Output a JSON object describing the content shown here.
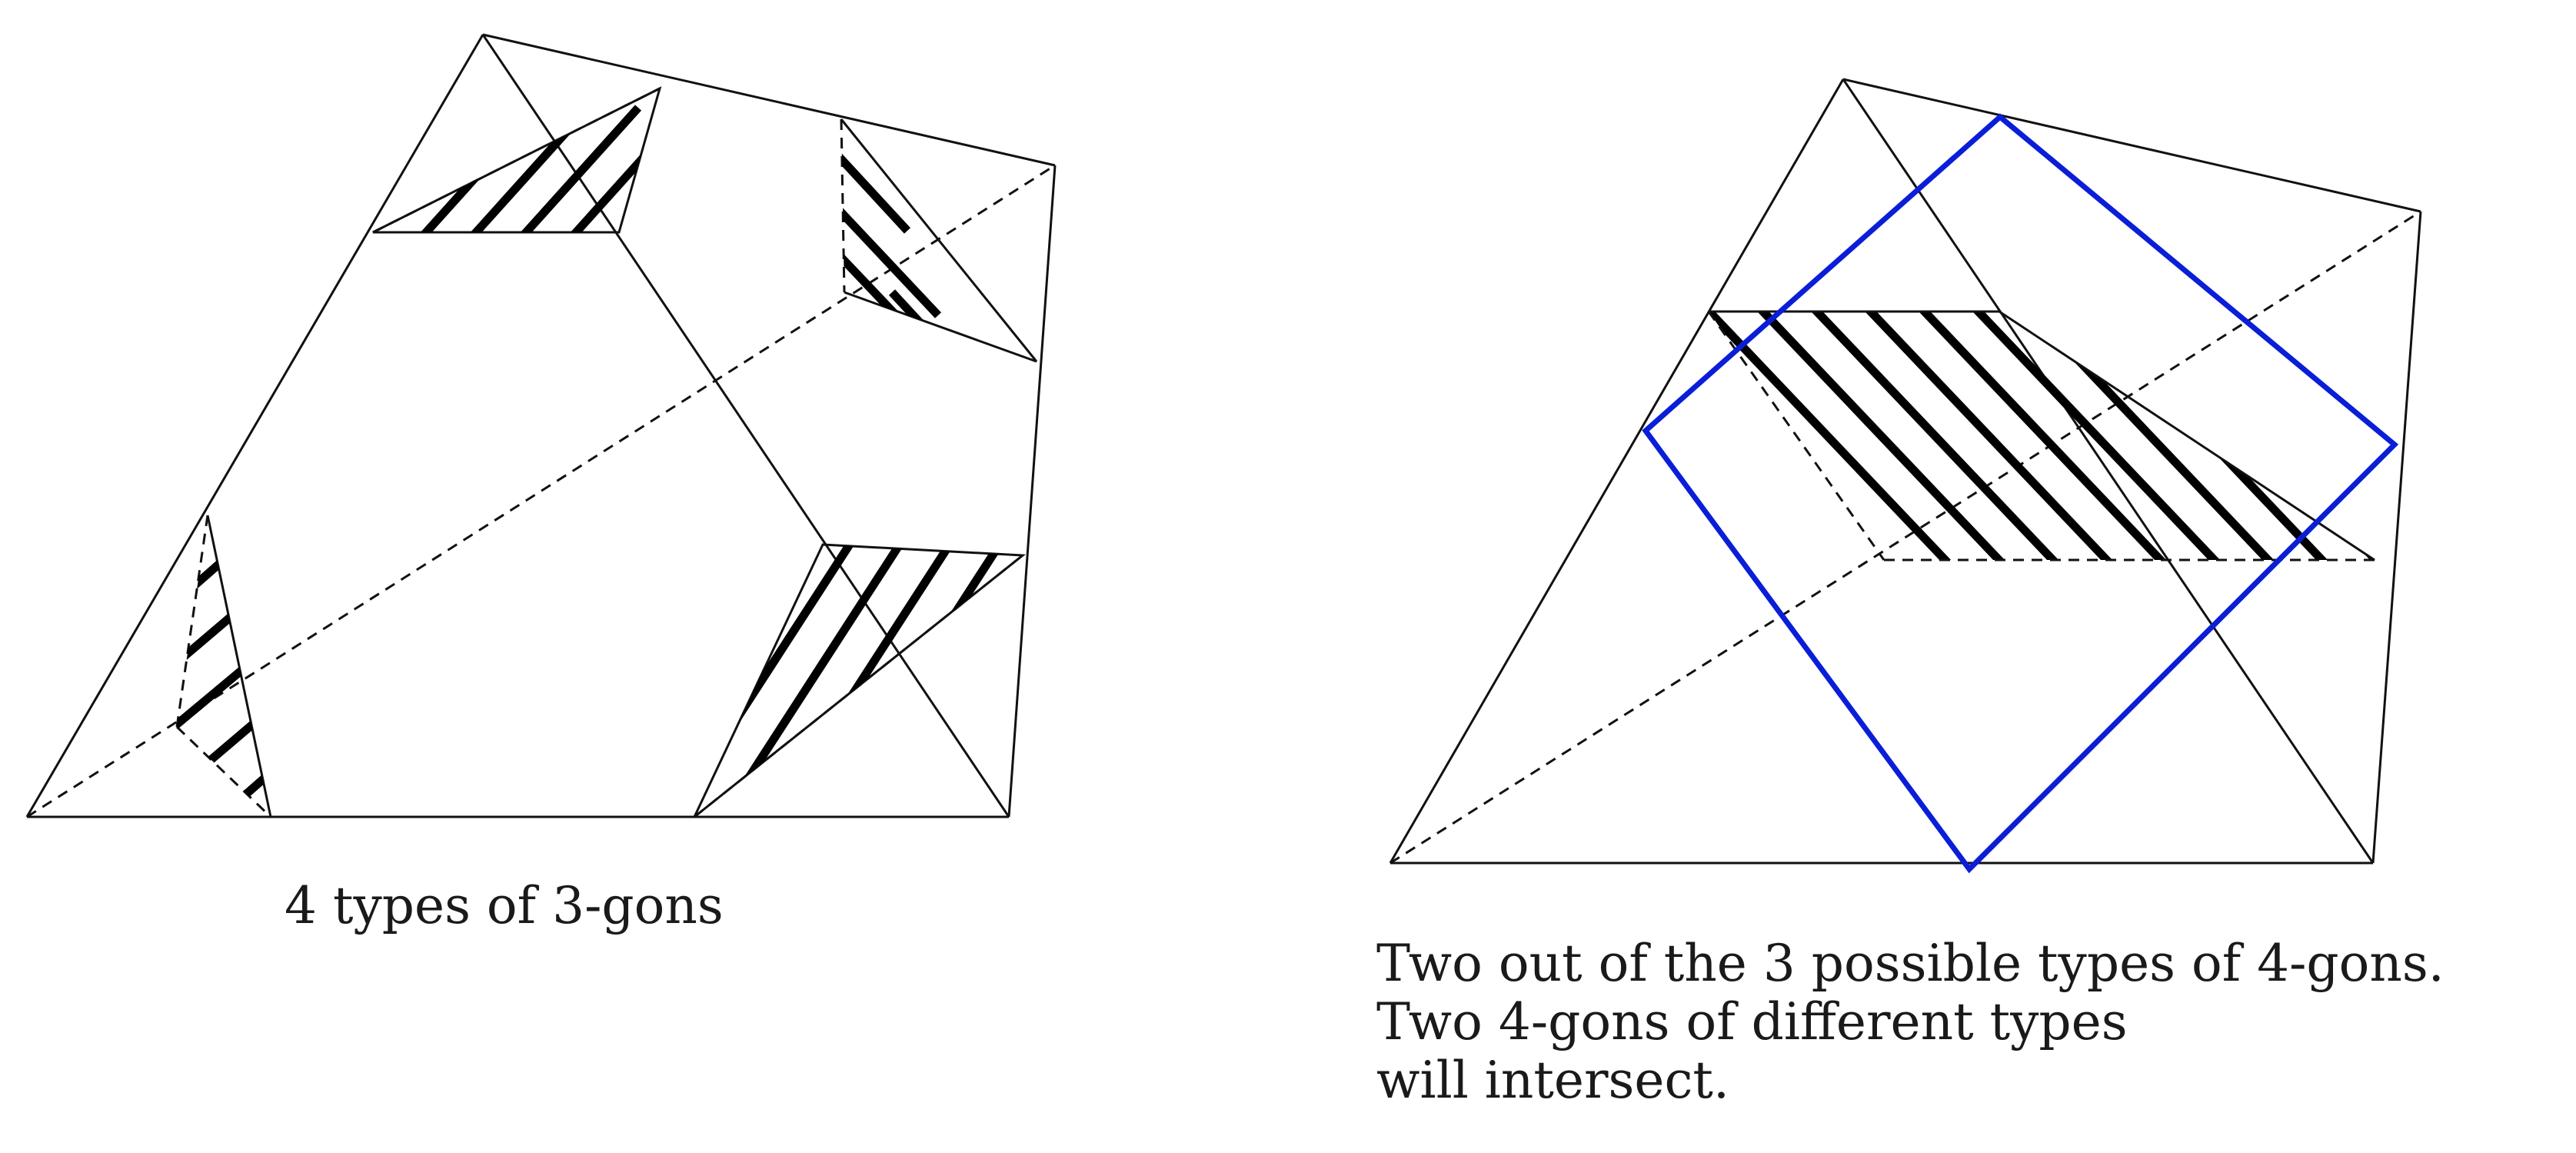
{
  "figure": {
    "left_panel": {
      "caption": "4 types of 3-gons"
    },
    "right_panel": {
      "caption_lines": [
        "Two out of the 3 possible types of 4-gons.",
        "Two 4-gons of different types",
        "will intersect."
      ]
    },
    "colors": {
      "edges": "#111111",
      "hatching": "#000000",
      "quad_outline": "#0a1ed8",
      "background": "#ffffff"
    }
  }
}
